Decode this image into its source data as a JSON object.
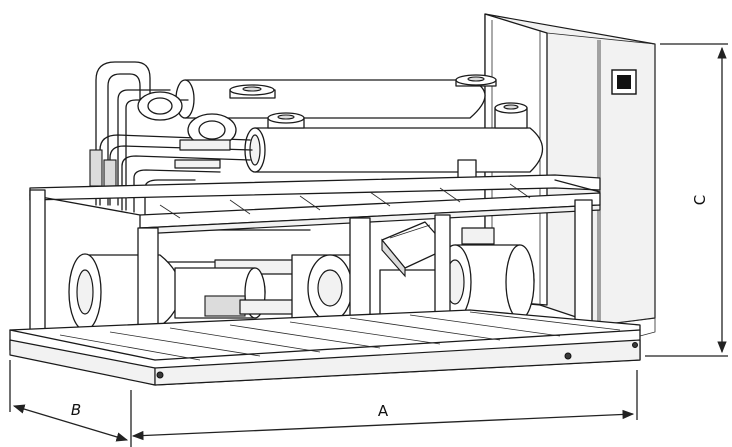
{
  "dimension_labels": {
    "a": "A",
    "b": "B",
    "c": "C"
  }
}
